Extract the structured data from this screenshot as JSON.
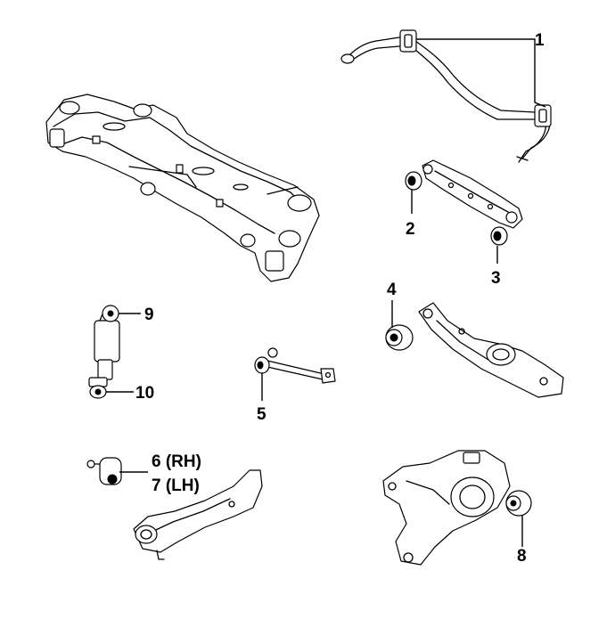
{
  "diagram": {
    "callouts": [
      {
        "id": "c1",
        "text": "1"
      },
      {
        "id": "c2",
        "text": "2"
      },
      {
        "id": "c3",
        "text": "3"
      },
      {
        "id": "c4",
        "text": "4"
      },
      {
        "id": "c5",
        "text": "5"
      },
      {
        "id": "c6",
        "text": "6 (RH)"
      },
      {
        "id": "c7",
        "text": "7 (LH)"
      },
      {
        "id": "c8",
        "text": "8"
      },
      {
        "id": "c9",
        "text": "9"
      },
      {
        "id": "c10",
        "text": "10"
      }
    ]
  },
  "colors": {
    "line": "#000000",
    "background": "#ffffff"
  }
}
